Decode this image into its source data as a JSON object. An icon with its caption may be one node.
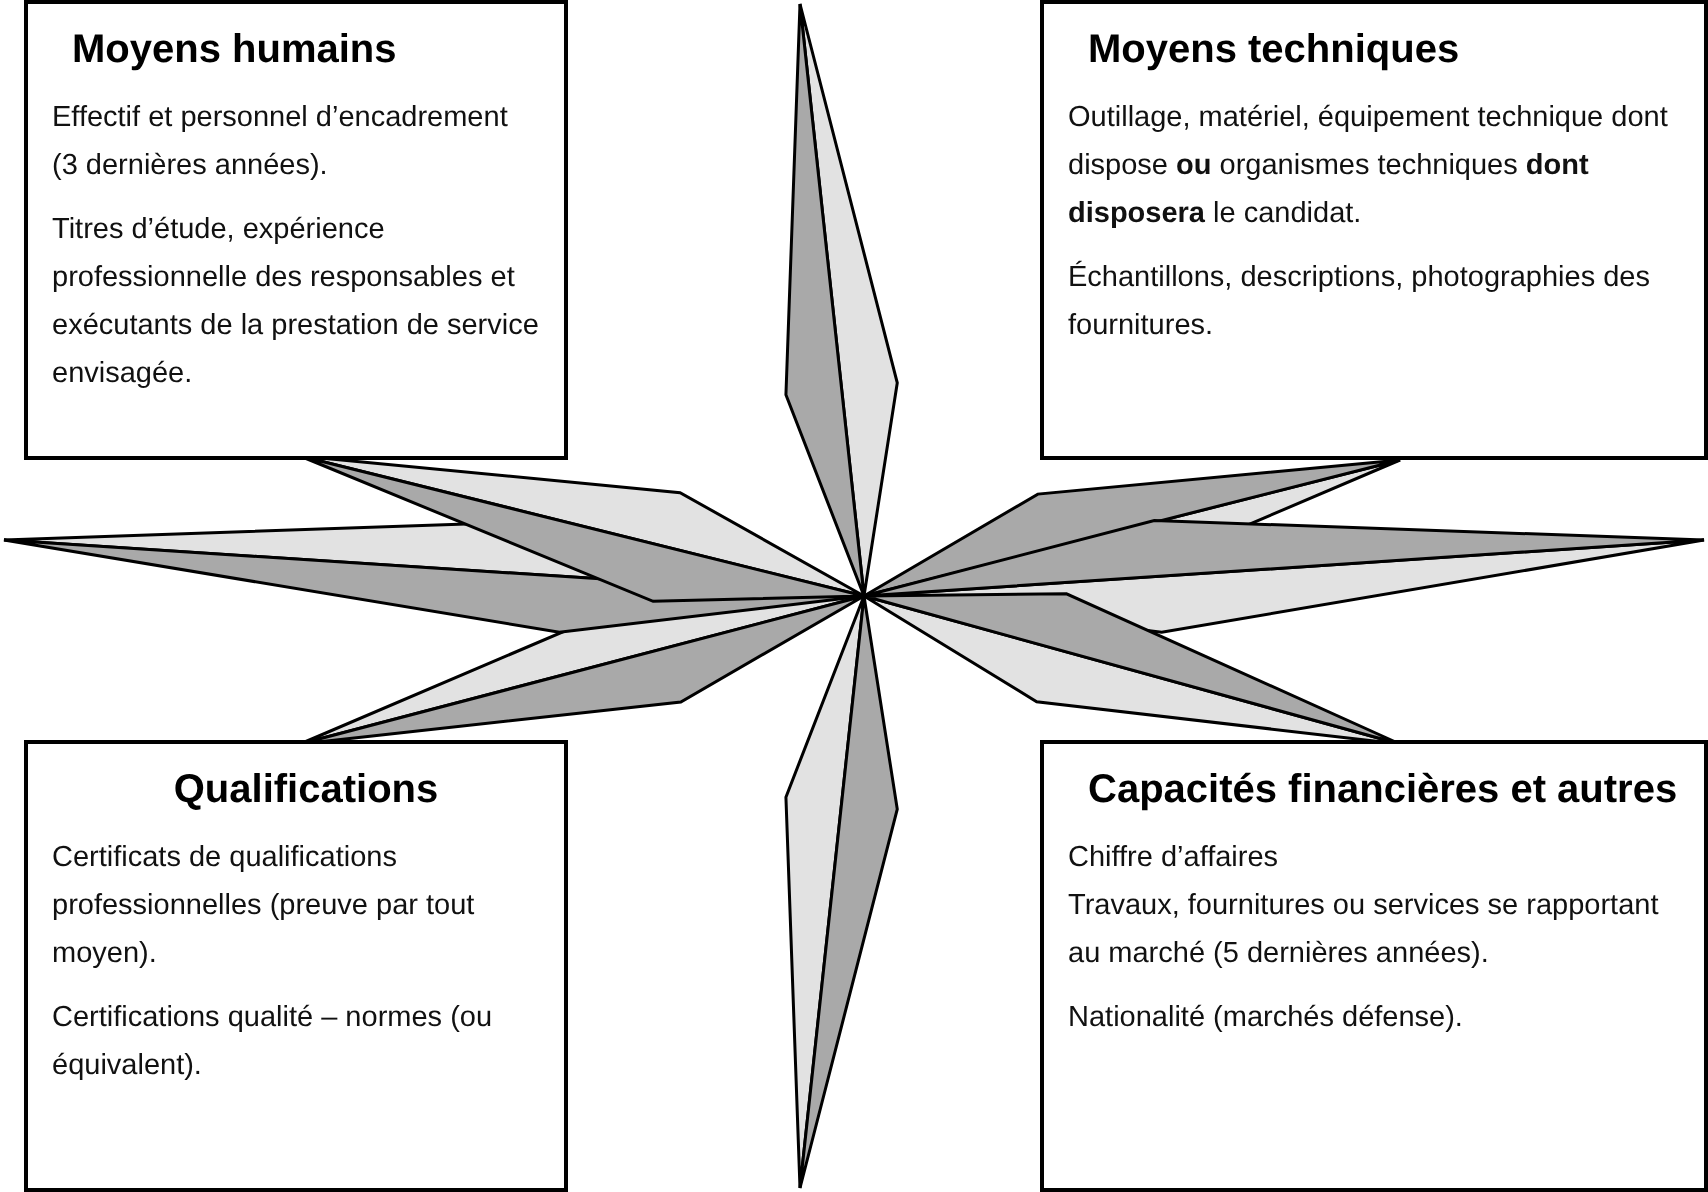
{
  "diagram": {
    "nodes": [
      {
        "text": [
          "Moyens humains",
          "Effectif et personnel d’encadrement (3 dernières années).",
          "Titres d’étude, expérience professionnelle des responsables et exécutants de la prestation de service envisagée."
        ]
      },
      {
        "text": [
          "Moyens techniques",
          "Outillage, matériel, équipement technique dont dispose **ou** organismes techniques **dont disposera** le candidat.",
          "Échantillons, descriptions, photographies des fournitures."
        ]
      },
      {
        "text": [
          "Qualifications",
          "Certificats de qualifications professionnelles (preuve par tout moyen).",
          "Certifications qualité – normes (ou équivalent)."
        ]
      },
      {
        "text": [
          "Capacités financières et autres",
          "Chiffre d’affaires",
          "Travaux, fournitures ou services se rapportant au marché (5 dernières années).",
          "Nationalité (marchés défense)."
        ]
      }
    ]
  }
}
